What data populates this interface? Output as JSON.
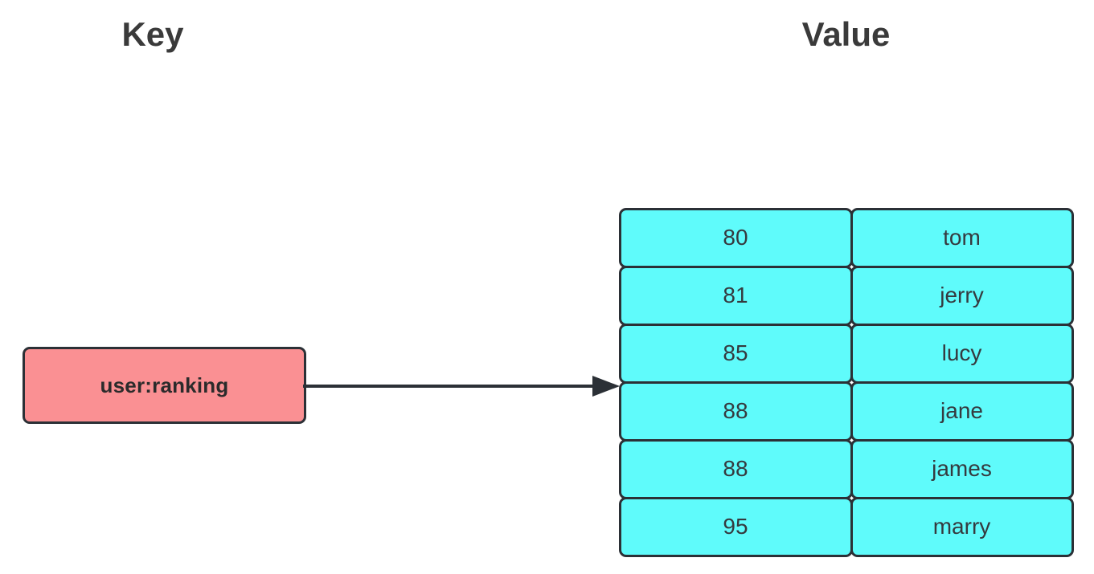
{
  "diagram": {
    "title_key": "Key",
    "title_value": "Value",
    "key_node": {
      "label": "user:ranking",
      "fill_color": "#fa9093",
      "border_color": "#2b3036"
    },
    "connector": {
      "icon": "arrow-right-icon",
      "color": "#2b3036"
    },
    "value_table": {
      "fill_color": "#5ffbfb",
      "border_color": "#2b3036",
      "rows": [
        {
          "score": "80",
          "name": "tom"
        },
        {
          "score": "81",
          "name": "jerry"
        },
        {
          "score": "85",
          "name": "lucy"
        },
        {
          "score": "88",
          "name": "jane"
        },
        {
          "score": "88",
          "name": "james"
        },
        {
          "score": "95",
          "name": "marry"
        }
      ]
    }
  }
}
